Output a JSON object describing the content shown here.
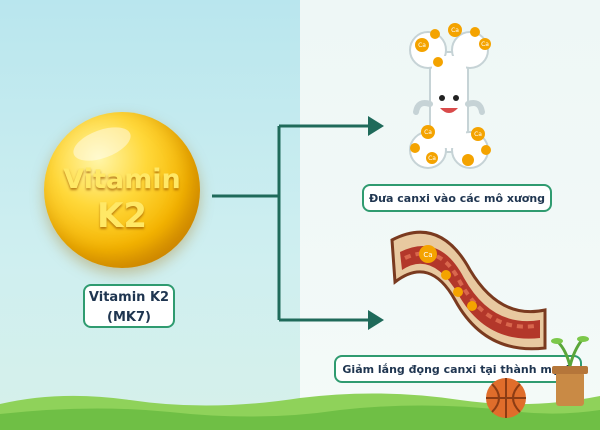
{
  "capsule": {
    "line1": "Vitamin",
    "line2": "K2"
  },
  "vitamin_label": {
    "line1": "Vitamin K2",
    "line2": "(MK7)"
  },
  "outcomes": [
    {
      "label": "Đưa canxi vào các mô xương"
    },
    {
      "label": "Giảm lắng đọng canxi tại thành mạch"
    }
  ],
  "calcium_symbol": "Ca",
  "colors": {
    "arrow": "#1f6a5a",
    "border": "#2f9b70",
    "capsule": "#f5b400",
    "calcium": "#f4a300",
    "grass": "#7cc84a"
  }
}
